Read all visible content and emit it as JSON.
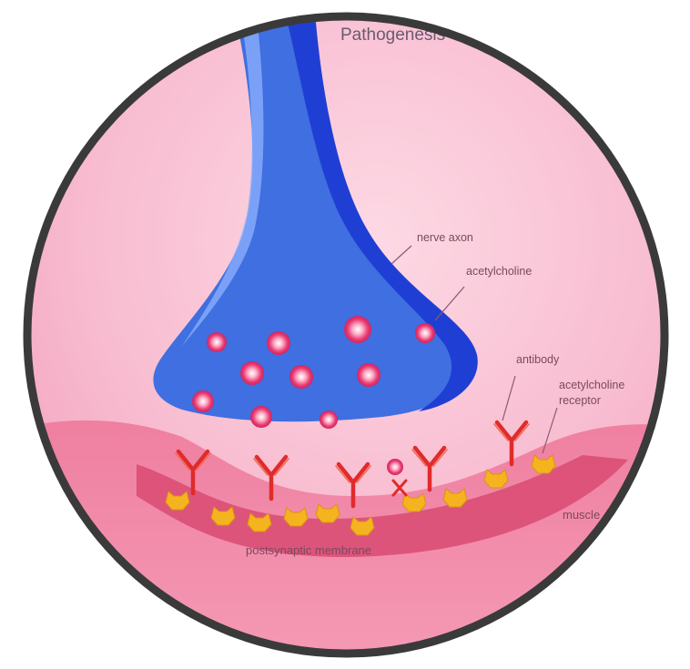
{
  "title": "Pathogenesis",
  "labels": {
    "nerve_axon": "nerve axon",
    "acetylcholine": "acetylcholine",
    "antibody": "antibody",
    "receptor_line1": "acetylcholine",
    "receptor_line2": "receptor",
    "muscle": "muscle",
    "membrane": "postsynaptic membrane"
  },
  "colors": {
    "border": "#3a3a3a",
    "background": "#f7b6cc",
    "axon": "#3f6fe0",
    "axon_dark": "#1f3fd4",
    "vesicle": "#e0306a",
    "antibody": "#e0302a",
    "receptor": "#f2b020",
    "muscle": "#e86a8e",
    "membrane": "#d9466f"
  }
}
